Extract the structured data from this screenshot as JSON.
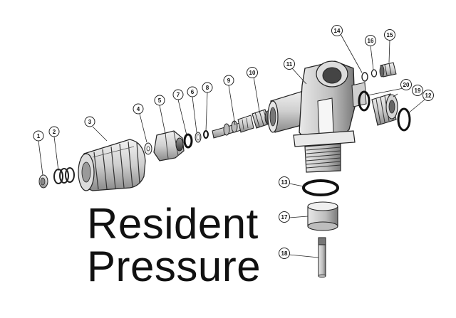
{
  "title": {
    "line1": "Resident",
    "line2": "Pressure"
  },
  "callouts": [
    "1",
    "2",
    "3",
    "4",
    "5",
    "6",
    "7",
    "8",
    "9",
    "10",
    "11",
    "12",
    "13",
    "14",
    "15",
    "16",
    "17",
    "18",
    "19",
    "20"
  ]
}
